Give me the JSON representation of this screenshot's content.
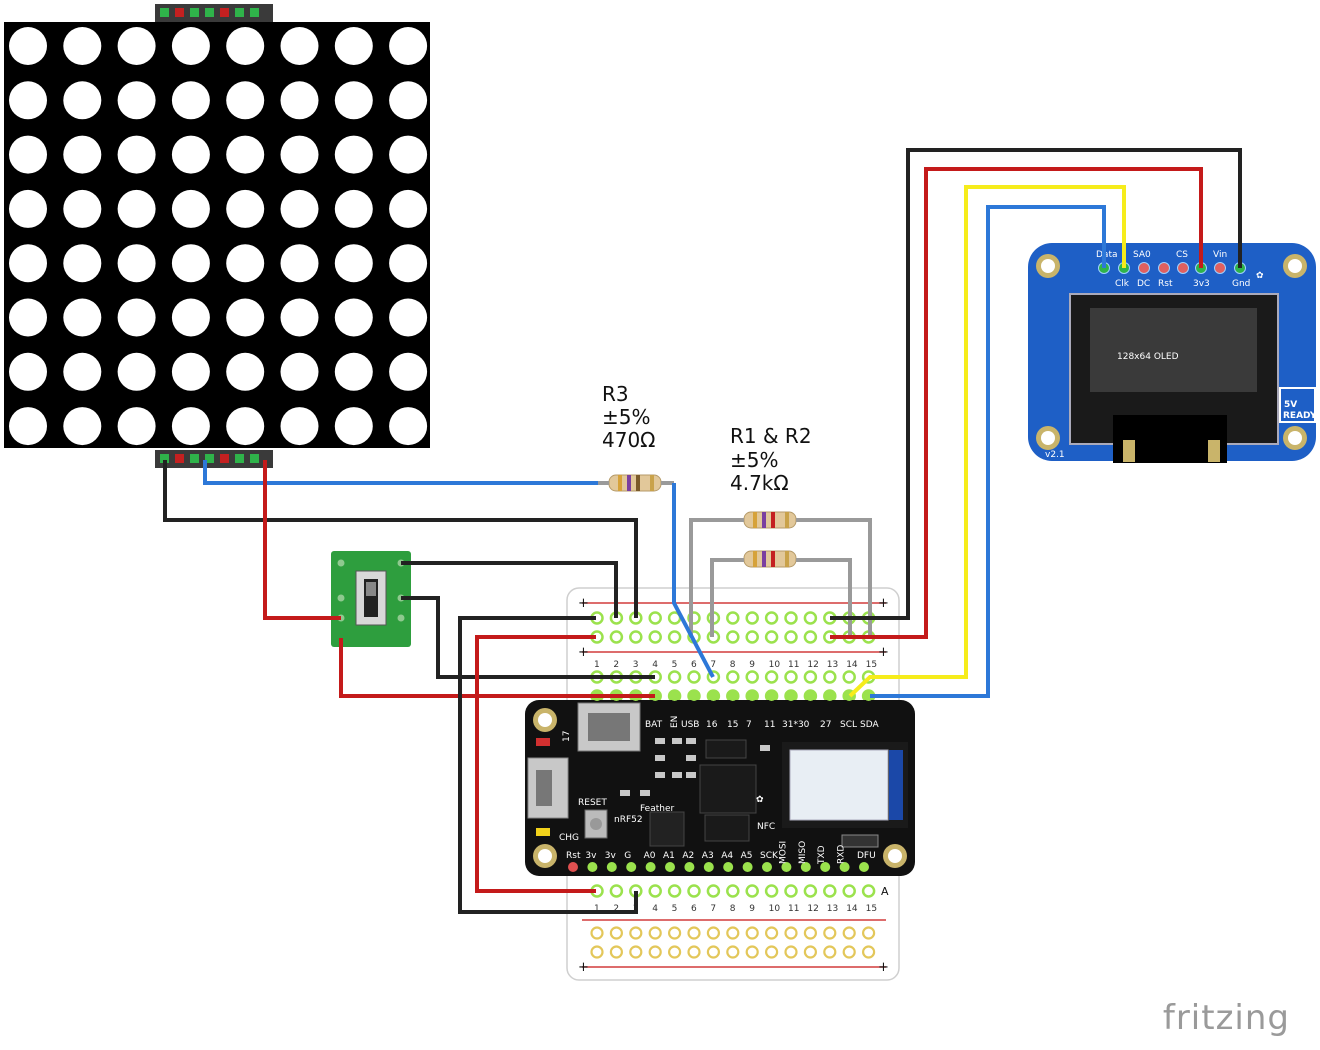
{
  "colors": {
    "wire_black": "#222222",
    "wire_red": "#c41a1a",
    "wire_blue": "#2d78d8",
    "wire_yellow": "#f6ec1b",
    "wire_gray": "#9a9a9a",
    "oled_board": "#1e5fc6",
    "feather_board": "#111111",
    "switch_board": "#2e9e3e",
    "proto_rail": "#d23b3b",
    "pin_green": "#9be24d"
  },
  "resistors": {
    "r3": {
      "name": "R3",
      "tolerance": "±5%",
      "value": "470Ω"
    },
    "r12": {
      "name": "R1 & R2",
      "tolerance": "±5%",
      "value": "4.7kΩ"
    }
  },
  "oled": {
    "screen_label": "128x64 OLED",
    "top_pins": [
      "Data",
      "SA0",
      "CS",
      "Vin"
    ],
    "bottom_pins": [
      "Clk",
      "DC",
      "Rst",
      "3v3",
      "Gnd"
    ],
    "badge_main": "5V",
    "badge_sub": "READY",
    "version": "v2.1"
  },
  "feather": {
    "top_pins": [
      "BAT",
      "EN",
      "USB",
      "16",
      "15",
      "7",
      "11",
      "31*30",
      "27",
      "SCL",
      "SDA"
    ],
    "bottom_pins": [
      "Rst",
      "3v",
      "3v",
      "G",
      "A0",
      "A1",
      "A2",
      "A3",
      "A4",
      "A5",
      "SCK",
      "MOSI",
      "MISO",
      "TXD",
      "RXD",
      "DFU"
    ],
    "labels": {
      "reset": "RESET",
      "name1": "Feather",
      "name2": "nRF52",
      "nfc": "NFC",
      "chg": "CHG",
      "pin17": "17"
    }
  },
  "protoboard": {
    "column_numbers": [
      "1",
      "2",
      "3",
      "4",
      "5",
      "6",
      "7",
      "8",
      "9",
      "10",
      "11",
      "12",
      "13",
      "14",
      "15"
    ],
    "side_label": "A"
  },
  "watermark": "fritzing"
}
